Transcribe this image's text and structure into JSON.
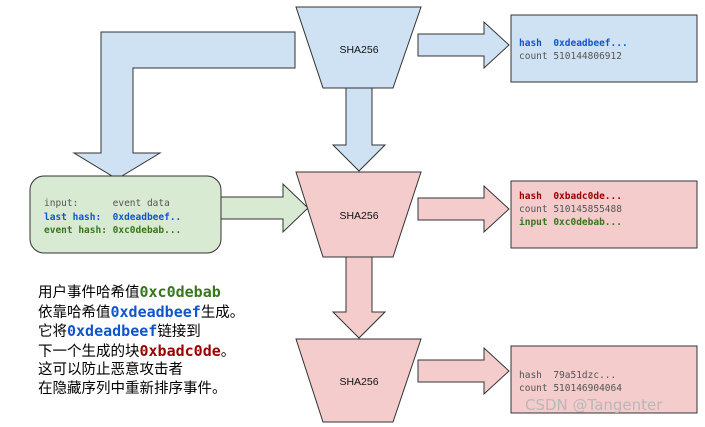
{
  "colors": {
    "blue_fill": "#cfe2f3",
    "red_fill": "#f4cccc",
    "green_fill": "#d9ead3",
    "stroke": "#333333",
    "hash_blue": "#1155cc",
    "hash_red": "#990000",
    "hash_green": "#38761d",
    "gray_text": "#555555"
  },
  "sha_blocks": [
    {
      "label": "SHA256",
      "color": "blue"
    },
    {
      "label": "SHA256",
      "color": "red"
    },
    {
      "label": "SHA256",
      "color": "red"
    }
  ],
  "input_box": {
    "line1": "input:      event data",
    "line2": "last hash:  0xdeadbeef..",
    "line3": "event hash: 0xc0debab..."
  },
  "output1": {
    "line1": "hash  0xdeadbeef...",
    "line2": "count 510144806912"
  },
  "output2": {
    "line1": "hash  0xbadc0de...",
    "line2": "count 510145855488",
    "line3": "input 0xc0debab..."
  },
  "output3": {
    "line1": "hash  79a51dzc...",
    "line2": "count 510146904064"
  },
  "note": {
    "l1a": "用户事件哈希值",
    "l1b": "0xc0debab",
    "l2a": "依靠哈希值",
    "l2b": "0xdeadbeef",
    "l2c": "生成。",
    "l3a": "它将",
    "l3b": "0xdeadbeef",
    "l3c": "链接到",
    "l4a": "下一个生成的块",
    "l4b": "0xbadc0de",
    "l4c": "。",
    "l5": "这可以防止恶意攻击者",
    "l6": "在隐藏序列中重新排序事件。"
  },
  "watermark": "CSDN @Tangenter"
}
